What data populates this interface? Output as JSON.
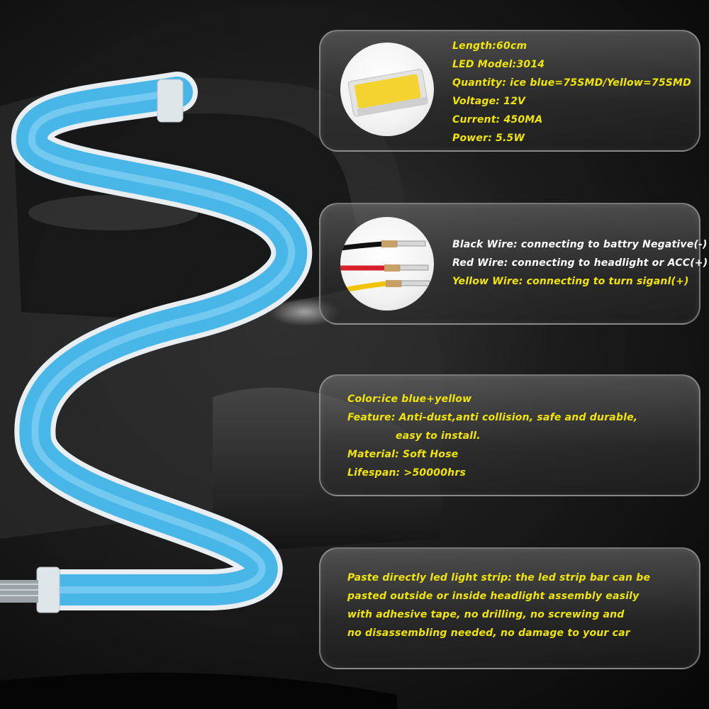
{
  "colors": {
    "text_yellow": "#f2e600",
    "text_white": "#ffffff",
    "strip_blue": "#49b6e8",
    "panel_border": "#bebebe"
  },
  "icons": {
    "led_chip": "led-chip-icon",
    "wires": "wire-connectors-icon"
  },
  "specs": {
    "lines": [
      "Length:60cm",
      "LED Model:3014",
      "Quantity:  ice blue=75SMD/Yellow=75SMD",
      "Voltage: 12V",
      "Current:  450MA",
      "Power:  5.5W"
    ]
  },
  "wiring": {
    "black": "Black Wire: connecting to battry Negative(-)",
    "red": "Red Wire: connecting to headlight or ACC(+)",
    "yellow": "Yellow Wire: connecting to turn siganl(+)"
  },
  "features": {
    "color": "Color:ice blue+yellow",
    "feature": "Feature: Anti-dust,anti collision, safe and durable,",
    "feature_cont": "easy to install.",
    "material": "Material: Soft Hose",
    "lifespan": "Lifespan: >50000hrs"
  },
  "install": {
    "lines": [
      "Paste directly led light strip: the led strip bar can be",
      "pasted outside or inside headlight assembly easily",
      "with adhesive tape, no drilling, no screwing and",
      "no disassembling needed, no damage to your car"
    ]
  }
}
